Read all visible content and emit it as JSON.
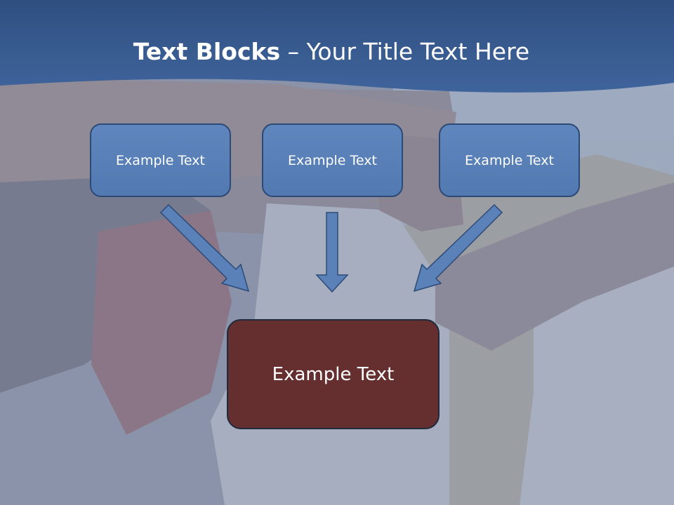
{
  "slide": {
    "title_bold": "Text Blocks",
    "title_dash": " – ",
    "title_rest": "Your Title Text Here",
    "boxes": [
      {
        "label": "Example Text"
      },
      {
        "label": "Example Text"
      },
      {
        "label": "Example Text"
      }
    ],
    "target_box": {
      "label": "Example Text"
    }
  },
  "colors": {
    "header_blue": "#3d5f92",
    "box_blue": "#5a81b8",
    "arrow_blue": "#5a81b8",
    "target_maroon": "#652f30"
  }
}
